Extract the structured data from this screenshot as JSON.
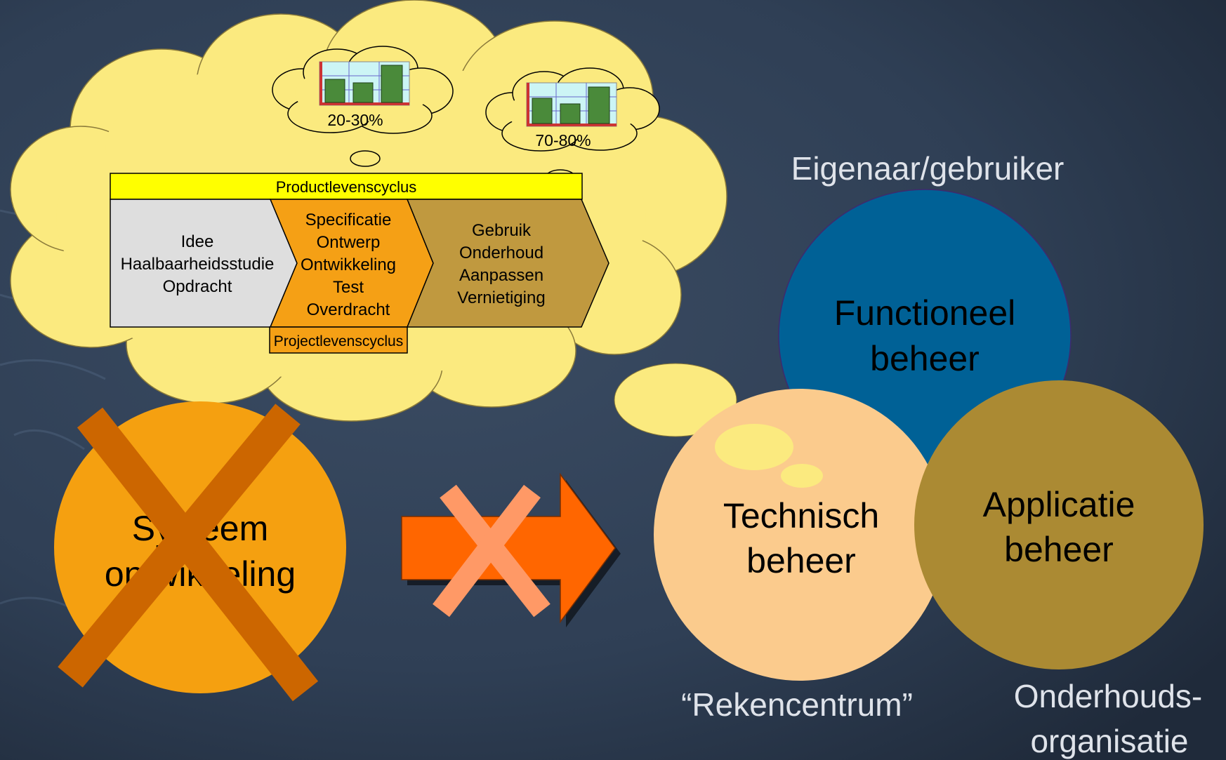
{
  "colors": {
    "background": "#2e3e52",
    "cloud": "#fbea7f",
    "yellow_bar": "#ffff00",
    "grey_phase": "#dedede",
    "orange_phase": "#f5a015",
    "olive_phase": "#c0993f",
    "functioneel": "#006196",
    "technisch": "#fbcb8d",
    "applicatie": "#ab8a33",
    "systeem": "#f5a010",
    "cross": "#cc6600",
    "arrow": "#ff6600",
    "arrow_cross": "#ff9966"
  },
  "cloud": {
    "small_clouds": [
      {
        "label": "20-30%",
        "icon": "bar-chart-money-icon"
      },
      {
        "label": "70-80%",
        "icon": "bar-chart-money-icon"
      }
    ],
    "product_lifecycle_label": "Productlevenscyclus",
    "project_lifecycle_label": "Projectlevenscyclus",
    "phases": [
      {
        "lines": [
          "Idee",
          "Haalbaarheidsstudie",
          "Opdracht"
        ]
      },
      {
        "lines": [
          "Specificatie",
          "Ontwerp",
          "Ontwikkeling",
          "Test",
          "Overdracht"
        ]
      },
      {
        "lines": [
          "Gebruik",
          "Onderhoud",
          "Aanpassen",
          "Vernietiging"
        ]
      }
    ]
  },
  "systeem": {
    "lines": [
      "Systeem",
      "ontwikkeling"
    ]
  },
  "arrow": {
    "icon": "right-arrow-icon"
  },
  "management": {
    "functioneel": {
      "lines": [
        "Functioneel",
        "beheer"
      ],
      "caption": "Eigenaar/gebruiker"
    },
    "technisch": {
      "lines": [
        "Technisch",
        "beheer"
      ],
      "caption": "“Rekencentrum”"
    },
    "applicatie": {
      "lines": [
        "Applicatie",
        "beheer"
      ],
      "caption_lines": [
        "Onderhouds-",
        "organisatie"
      ]
    }
  }
}
